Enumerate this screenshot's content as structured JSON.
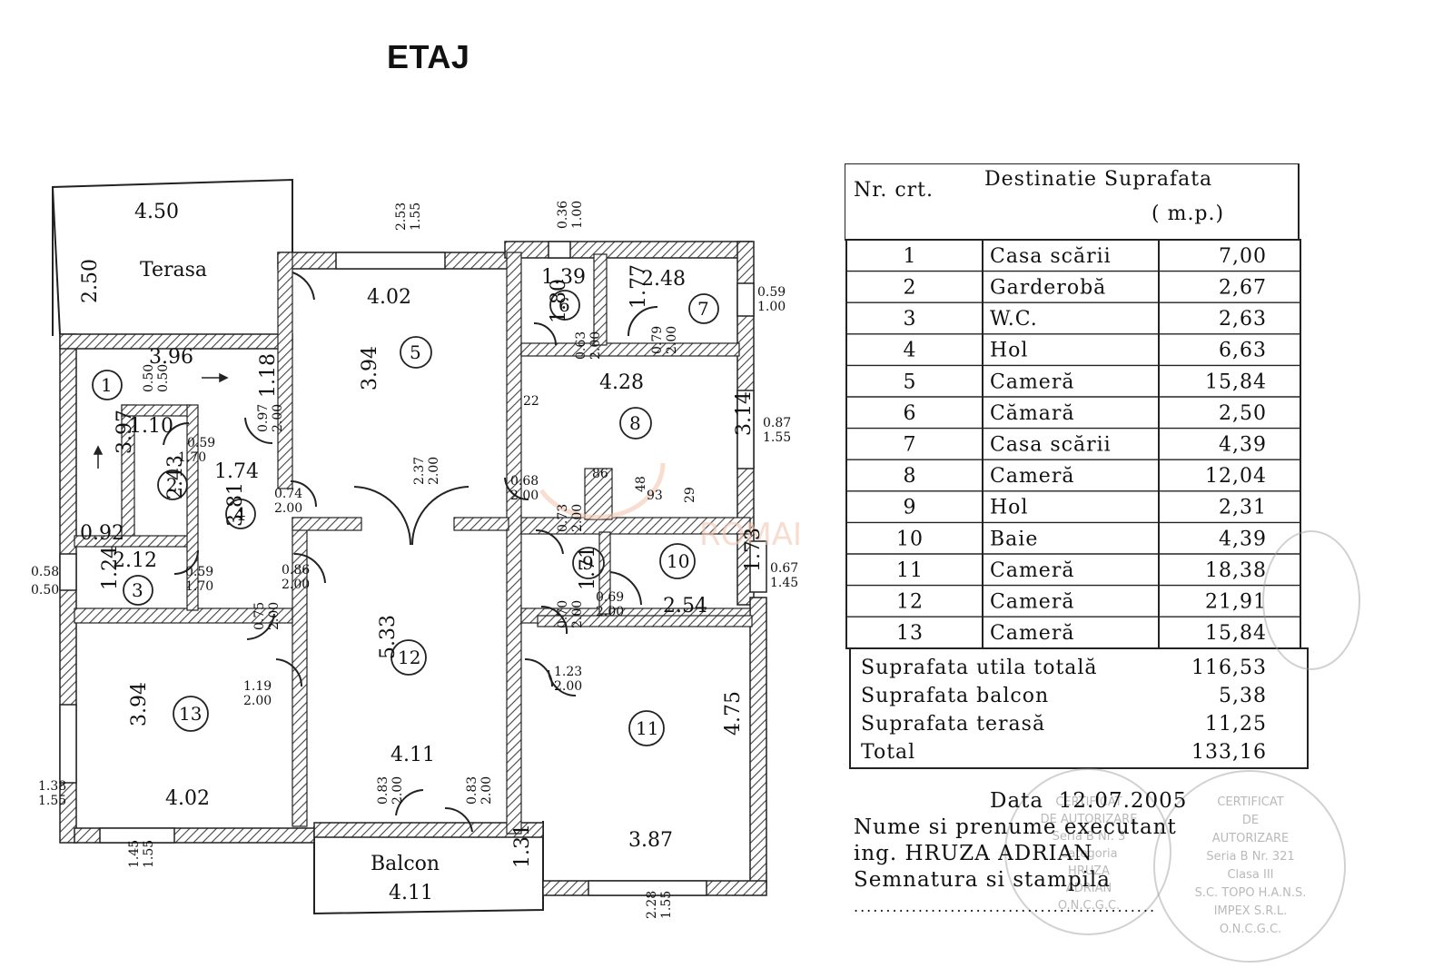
{
  "title": "ETAJ",
  "watermark": "ROMANIA",
  "colors": {
    "ink": "#111111",
    "hatch": "#444444",
    "watermark": "#f3c6b0",
    "stamp": "#9a9a9a"
  },
  "rooms": {
    "terasa": {
      "name": "Terasa",
      "w": "4.50",
      "h": "2.50"
    },
    "r1": {
      "num": "1",
      "a": "3.96",
      "b": "3.97",
      "c": "1.18",
      "d": "0.50",
      "e": "0.50"
    },
    "r2": {
      "num": "2",
      "a": "1.10",
      "b": "2.43",
      "c": "0.59",
      "d": "1.70"
    },
    "r3": {
      "num": "3",
      "a": "2.12",
      "b": "1.24",
      "c": "0.92",
      "d": "0.59",
      "e": "1.70",
      "f": "0.58",
      "g": "0.50"
    },
    "r4": {
      "num": "4",
      "a": "1.74",
      "b": "3.81",
      "c": "0.97",
      "d": "2.00",
      "e": "0.74",
      "f": "2.00",
      "g": "0.86",
      "h": "2.00"
    },
    "r5": {
      "num": "5",
      "a": "4.02",
      "b": "3.94",
      "c": "2.53",
      "d": "1.55"
    },
    "r6": {
      "num": "6",
      "a": "1.39",
      "b": "1.80",
      "c": "0.36",
      "d": "1.00",
      "e": "0.63",
      "f": "2.00"
    },
    "r7": {
      "num": "7",
      "a": "2.48",
      "b": "1.77",
      "c": "0.59",
      "d": "1.00",
      "e": "0.79",
      "f": "2.00"
    },
    "r8": {
      "num": "8",
      "a": "4.28",
      "b": "3.14",
      "c": "0.87",
      "d": "1.55",
      "e": "22",
      "f": "0.68",
      "g": "2.00",
      "h": "86",
      "i": "48",
      "j": "93",
      "k": "29"
    },
    "r9": {
      "num": "9",
      "a": "1.71",
      "b": "0.73",
      "c": "2.00",
      "d": "0.70",
      "e": "2.00"
    },
    "r10": {
      "num": "10",
      "a": "2.54",
      "b": "1.73",
      "c": "0.69",
      "d": "2.00",
      "e": "0.67",
      "f": "1.45"
    },
    "r11": {
      "num": "11",
      "a": "3.87",
      "b": "4.75",
      "c": "1.23",
      "d": "2.00",
      "e": "2.28",
      "f": "1.55"
    },
    "r12": {
      "num": "12",
      "a": "4.11",
      "b": "5.33",
      "c": "2.37",
      "d": "2.00",
      "e": "1.19",
      "f": "2.00",
      "g": "0.83",
      "h": "2.00",
      "i": "0.83",
      "j": "2.00"
    },
    "r13": {
      "num": "13",
      "a": "4.02",
      "b": "3.94",
      "c": "0.75",
      "d": "2.00",
      "e": "1.38",
      "f": "1.55",
      "g": "1.45",
      "h": "1.55"
    },
    "balcon": {
      "name": "Balcon",
      "w": "4.11",
      "h": "1.31"
    }
  },
  "table": {
    "hdr_nr": "Nr. crt.",
    "hdr_dest": "Destinatie Suprafata",
    "hdr_unit": "( m.p.)",
    "rows": [
      {
        "nr": "1",
        "dest": "Casa scării",
        "area": "7,00"
      },
      {
        "nr": "2",
        "dest": "Garderobă",
        "area": "2,67"
      },
      {
        "nr": "3",
        "dest": "W.C.",
        "area": "2,63"
      },
      {
        "nr": "4",
        "dest": "Hol",
        "area": "6,63"
      },
      {
        "nr": "5",
        "dest": "Cameră",
        "area": "15,84"
      },
      {
        "nr": "6",
        "dest": "Cămară",
        "area": "2,50"
      },
      {
        "nr": "7",
        "dest": "Casa scării",
        "area": "4,39"
      },
      {
        "nr": "8",
        "dest": "Cameră",
        "area": "12,04"
      },
      {
        "nr": "9",
        "dest": "Hol",
        "area": "2,31"
      },
      {
        "nr": "10",
        "dest": "Baie",
        "area": "4,39"
      },
      {
        "nr": "11",
        "dest": "Cameră",
        "area": "18,38"
      },
      {
        "nr": "12",
        "dest": "Cameră",
        "area": "21,91"
      },
      {
        "nr": "13",
        "dest": "Cameră",
        "area": "15,84"
      }
    ],
    "totals": [
      {
        "label": "Suprafata utila totală",
        "value": "116,53"
      },
      {
        "label": "Suprafata balcon",
        "value": "5,38"
      },
      {
        "label": "Suprafata terasă",
        "value": "11,25"
      },
      {
        "label": "Total",
        "value": "133,16"
      }
    ]
  },
  "footer": {
    "date_label": "Data",
    "date_value": "12.07.2005",
    "executant_label": "Nume si prenume executant",
    "executant_name": "ing. HRUZA ADRIAN",
    "signature_label": "Semnatura si stampila",
    "signature_line": "..............................................."
  },
  "stamps": {
    "s1_lines": [
      "CERTIFICAT",
      "DE",
      "AUTORIZARE",
      "Seria B Nr. 321",
      "Clasa III",
      "S.C. TOPO H.A.N.S.",
      "IMPEX S.R.L.",
      "O.N.C.G.C."
    ],
    "s2_lines": [
      "CERTIFICAT",
      "DE AUTORIZARE",
      "Seria B Nr. 3",
      "Categoria",
      "HRUZA",
      "ADRIAN",
      "O.N.C.G.C."
    ]
  }
}
